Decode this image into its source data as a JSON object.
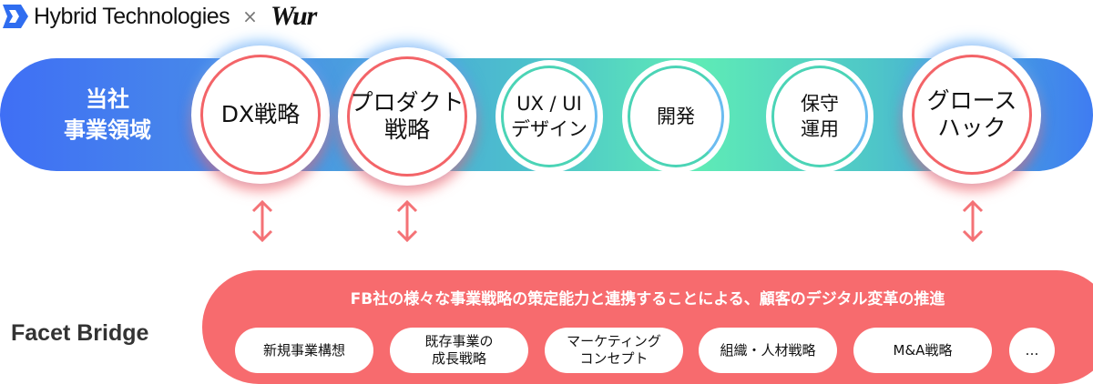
{
  "header": {
    "company": "Hybrid Technologies",
    "separator": "×",
    "partner": "Wur"
  },
  "band": {
    "label_line1": "当社",
    "label_line2": "事業領域"
  },
  "domains": [
    {
      "line1": "DX戦略",
      "line2": ""
    },
    {
      "line1": "プロダクト",
      "line2": "戦略"
    },
    {
      "line1": "UX / UI",
      "line2": "デザイン"
    },
    {
      "line1": "開発",
      "line2": ""
    },
    {
      "line1": "保守",
      "line2": "運用"
    },
    {
      "line1": "グロース",
      "line2": "ハック"
    }
  ],
  "partner_section": {
    "name": "Facet Bridge",
    "title": "FB社の様々な事業戦略の策定能力と連携することによる、顧客のデジタル変革の推進",
    "items": [
      {
        "line1": "新規事業構想",
        "line2": ""
      },
      {
        "line1": "既存事業の",
        "line2": "成長戦略"
      },
      {
        "line1": "マーケティング",
        "line2": "コンセプト"
      },
      {
        "line1": "組織・人材戦略",
        "line2": ""
      },
      {
        "line1": "M&A戦略",
        "line2": ""
      },
      {
        "line1": "…",
        "line2": ""
      }
    ]
  },
  "colors": {
    "accent_red": "#f76b6e",
    "ring_red": "#f36468",
    "blue": "#3f6ff5",
    "green": "#5eebb6"
  }
}
